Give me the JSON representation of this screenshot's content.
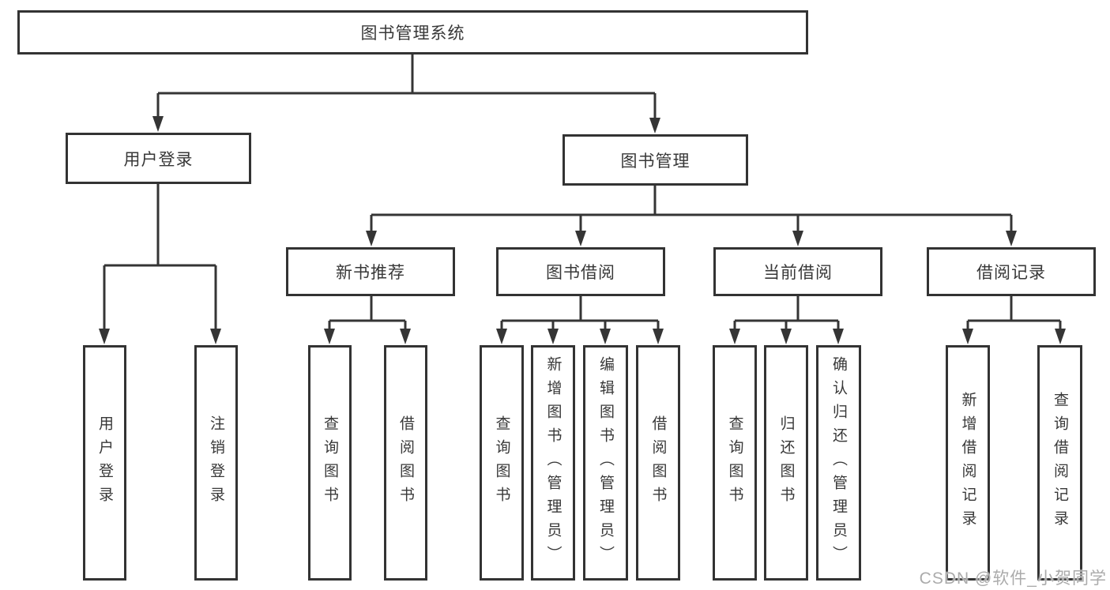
{
  "diagram": {
    "title": "图书管理系统",
    "level2": [
      {
        "label": "用户登录"
      },
      {
        "label": "图书管理"
      }
    ],
    "level3": [
      {
        "label": "新书推荐",
        "parent": "图书管理"
      },
      {
        "label": "图书借阅",
        "parent": "图书管理"
      },
      {
        "label": "当前借阅",
        "parent": "图书管理"
      },
      {
        "label": "借阅记录",
        "parent": "图书管理"
      }
    ],
    "leaves": [
      {
        "label": "用户登录",
        "parent": "用户登录"
      },
      {
        "label": "注销登录",
        "parent": "用户登录"
      },
      {
        "label": "查询图书",
        "parent": "新书推荐"
      },
      {
        "label": "借阅图书",
        "parent": "新书推荐"
      },
      {
        "label": "查询图书",
        "parent": "图书借阅"
      },
      {
        "label": "新增图书（管理员）",
        "parent": "图书借阅"
      },
      {
        "label": "编辑图书（管理员）",
        "parent": "图书借阅"
      },
      {
        "label": "借阅图书",
        "parent": "图书借阅"
      },
      {
        "label": "查询图书",
        "parent": "当前借阅"
      },
      {
        "label": "归还图书",
        "parent": "当前借阅"
      },
      {
        "label": "确认归还（管理员）",
        "parent": "当前借阅"
      },
      {
        "label": "新增借阅记录",
        "parent": "借阅记录"
      },
      {
        "label": "查询借阅记录",
        "parent": "借阅记录"
      }
    ]
  },
  "watermark": "CSDN @软件_小贺同学",
  "colors": {
    "line": "#353535",
    "box_border": "#333333",
    "text": "#383838",
    "background": "#ffffff",
    "watermark": "#ababab"
  }
}
